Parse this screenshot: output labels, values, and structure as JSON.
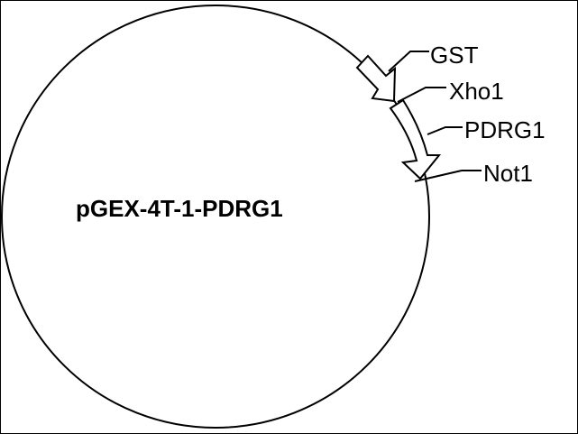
{
  "plasmid": {
    "name": "pGEX-4T-1-PDRG1"
  },
  "features": {
    "gst": {
      "label": "GST",
      "type": "arrow"
    },
    "xho1": {
      "label": "Xho1",
      "type": "restriction-site"
    },
    "pdrg1": {
      "label": "PDRG1",
      "type": "arrow"
    },
    "not1": {
      "label": "Not1",
      "type": "restriction-site"
    }
  },
  "colors": {
    "line": "#000000",
    "fill": "#ffffff",
    "text": "#000000"
  }
}
